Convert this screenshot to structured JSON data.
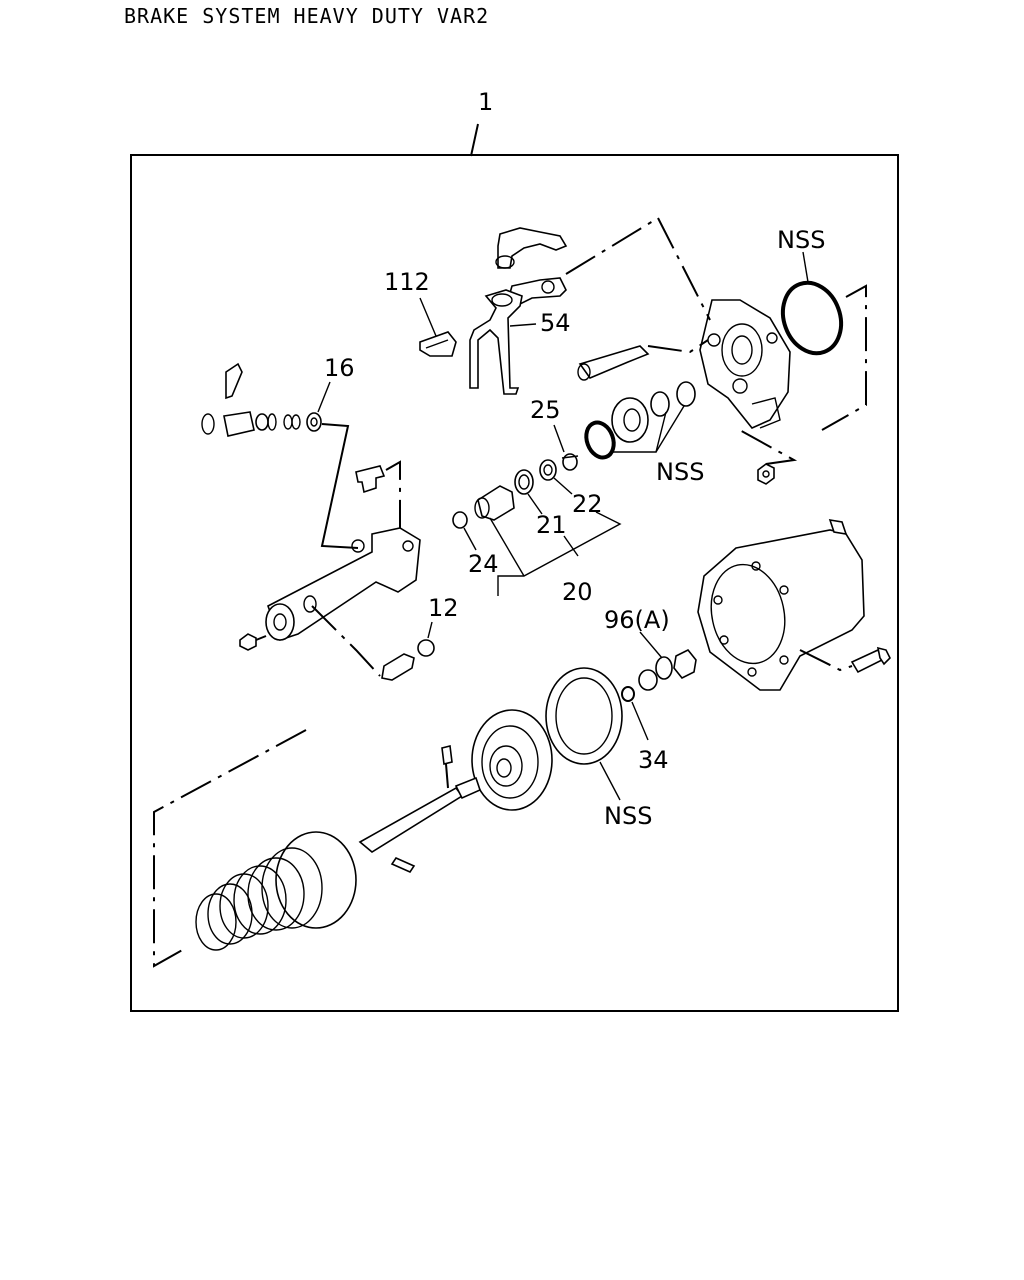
{
  "page": {
    "title": "BRAKE SYSTEM HEAVY DUTY VAR2"
  },
  "callouts": {
    "c1": "1",
    "c112": "112",
    "c54": "54",
    "c16": "16",
    "c25": "25",
    "c22": "22",
    "c21": "21",
    "c24": "24",
    "c20": "20",
    "c12": "12",
    "c96a": "96(A)",
    "c34": "34",
    "nss_top": "NSS",
    "nss_mid": "NSS",
    "nss_bottom": "NSS"
  }
}
